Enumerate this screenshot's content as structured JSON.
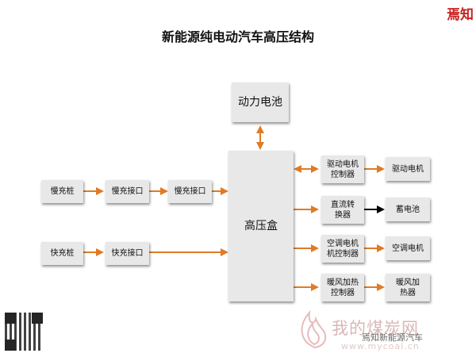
{
  "title": "新能源纯电动汽车高压结构",
  "brand": "焉知",
  "nodes": {
    "battery": "动力电池",
    "hv_box": "高压盒",
    "slow_pile": "慢充桩",
    "slow_port_1": "慢充接口",
    "slow_port_2": "慢充接口",
    "fast_pile": "快充桩",
    "fast_port": "快充接口",
    "motor_ctrl": "驱动电机\n控制器",
    "motor": "驱动电机",
    "dcdc": "直流转\n换器",
    "aux_battery": "蓄电池",
    "ac_ctrl": "空调电机\n机控制器",
    "ac_motor": "空调电机",
    "heater_ctrl": "暖风加热\n控制器",
    "heater": "暖风加\n热器"
  },
  "watermark": {
    "text": "我的煤炭网",
    "sub": "www.mycoal.cn",
    "wechat": "焉知新能源汽车"
  },
  "colors": {
    "arrow": "#e07b25",
    "black_arrow": "#000000",
    "box_fill": "#e8e8e8",
    "brand_red": "#c8201e"
  }
}
